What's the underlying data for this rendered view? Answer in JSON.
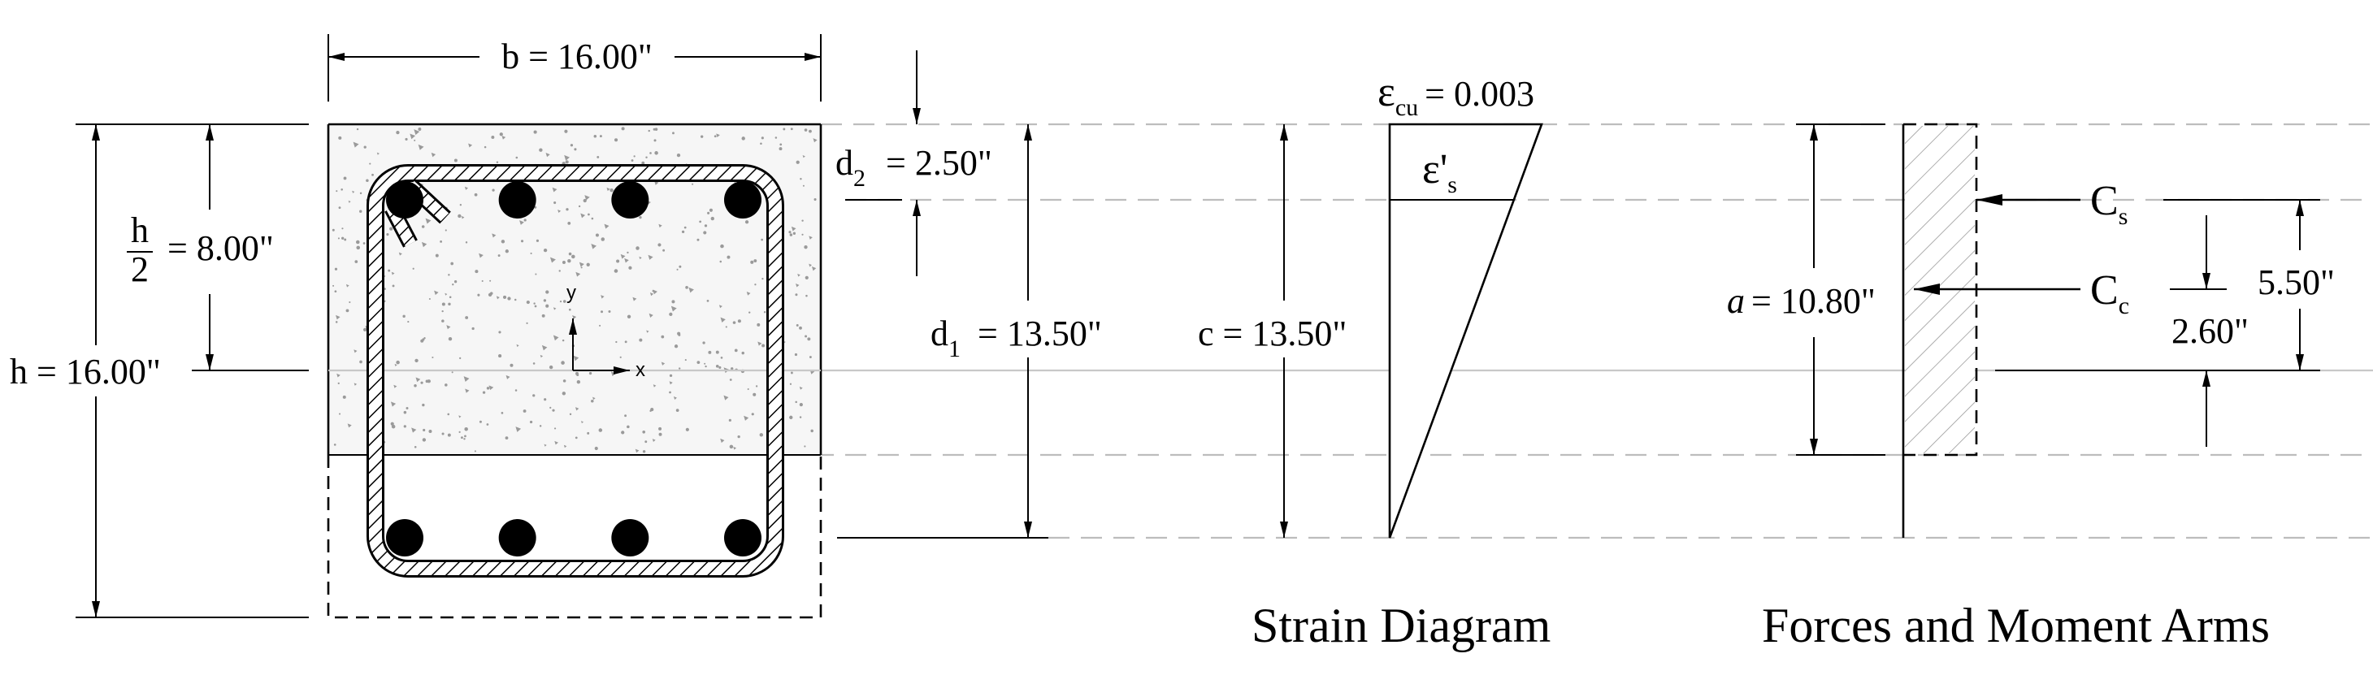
{
  "section": {
    "width_label": "b = 16.00\"",
    "height_label": "h = 16.00\"",
    "half_height_num": "h",
    "half_height_den": "2",
    "half_height_value": "= 8.00\"",
    "d2_symbol": "d",
    "d2_subscript": "2",
    "d2_value": "= 2.50\"",
    "d1_symbol": "d",
    "d1_subscript": "1",
    "d1_value": "= 13.50\"",
    "axis_x": "x",
    "axis_y": "y"
  },
  "strain": {
    "ecu_symbol": "ε",
    "ecu_subscript": "cu",
    "ecu_value": "= 0.003",
    "es_symbol": "ε'",
    "es_subscript": "s",
    "c_label": "c = 13.50\"",
    "caption": "Strain Diagram"
  },
  "forces": {
    "a_symbol": "a",
    "a_value": "= 10.80\"",
    "cs_symbol": "C",
    "cs_subscript": "s",
    "cc_symbol": "C",
    "cc_subscript": "c",
    "arm_cc": "2.60\"",
    "arm_cs": "5.50\"",
    "caption": "Forces and Moment Arms"
  },
  "bars": {
    "top_count": 4,
    "bottom_count": 4
  }
}
